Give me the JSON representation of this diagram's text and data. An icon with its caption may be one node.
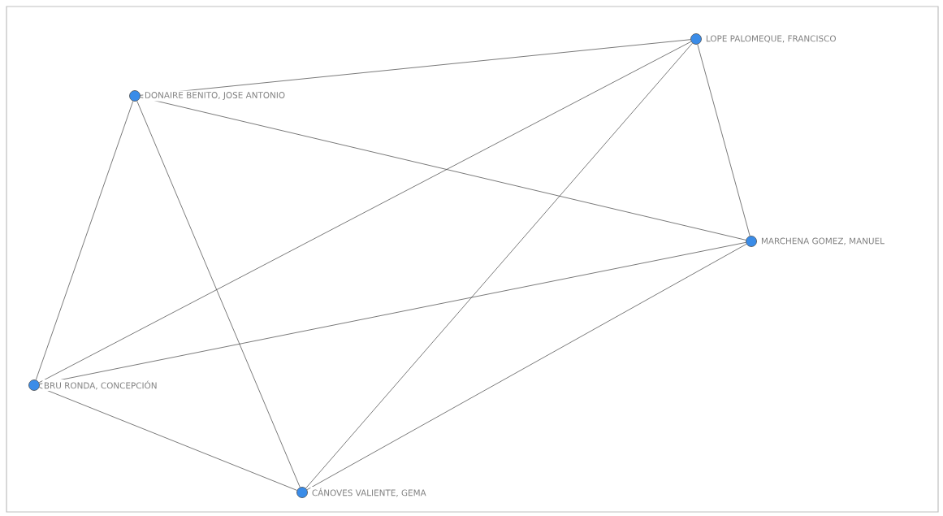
{
  "diagram": {
    "nodes": [
      {
        "text": [],
        "shape": "circle",
        "beside": [
          "DONAIRE BENITO, JOSE ANTONIO"
        ]
      },
      {
        "text": [],
        "shape": "circle",
        "beside": [
          "LOPE PALOMEQUE, FRANCISCO"
        ]
      },
      {
        "text": [],
        "shape": "circle",
        "beside": [
          "MARCHENA GOMEZ, MANUEL"
        ]
      },
      {
        "text": [],
        "shape": "circle",
        "beside": [
          "BRU RONDA, CONCEPCIÓN"
        ]
      },
      {
        "text": [],
        "shape": "circle",
        "beside": [
          "CÁNOVES VALIENTE, GEMA"
        ]
      }
    ],
    "edges": [
      {
        "from": 0,
        "to": 1,
        "arrow": "none"
      },
      {
        "from": 0,
        "to": 2,
        "arrow": "none"
      },
      {
        "from": 0,
        "to": 3,
        "arrow": "none"
      },
      {
        "from": 0,
        "to": 4,
        "arrow": "none"
      },
      {
        "from": 1,
        "to": 2,
        "arrow": "none"
      },
      {
        "from": 1,
        "to": 3,
        "arrow": "none"
      },
      {
        "from": 1,
        "to": 4,
        "arrow": "none"
      },
      {
        "from": 2,
        "to": 3,
        "arrow": "none"
      },
      {
        "from": 2,
        "to": 4,
        "arrow": "none"
      },
      {
        "from": 3,
        "to": 4,
        "arrow": "none"
      }
    ]
  }
}
